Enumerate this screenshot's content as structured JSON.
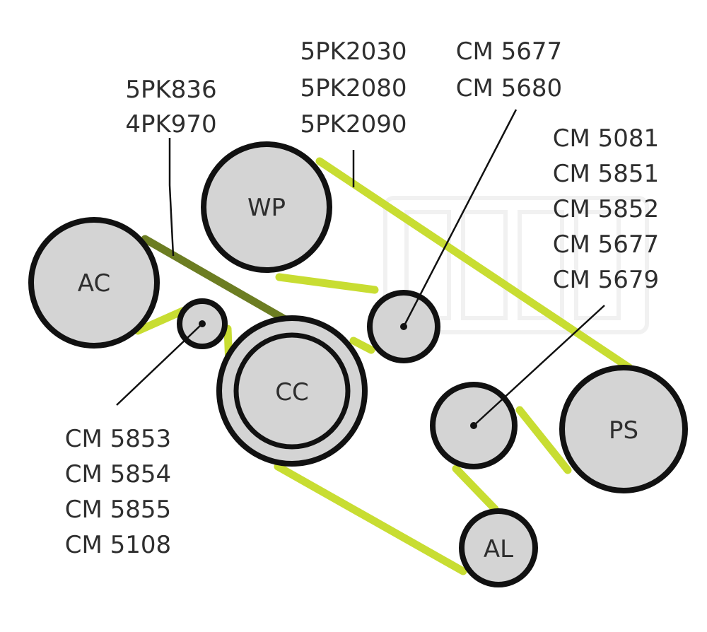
{
  "pulleys": {
    "wp": "WP",
    "ac": "AC",
    "cc": "CC",
    "ps": "PS",
    "al": "AL"
  },
  "callouts": {
    "ac_belts": [
      "5PK836",
      "4PK970"
    ],
    "main_belts": [
      "5PK2030",
      "5PK2080",
      "5PK2090"
    ],
    "idler_top": [
      "CM 5677",
      "CM 5680"
    ],
    "tensioner_right": [
      "CM 5081",
      "CM 5851",
      "CM 5852",
      "CM 5677",
      "CM 5679"
    ],
    "idler_small": [
      "CM 5853",
      "CM 5854",
      "CM 5855",
      "CM 5108"
    ]
  },
  "colors": {
    "belt_main": "#c8dd32",
    "belt_ac": "#6c7d22",
    "pulley_fill": "#d4d4d4",
    "outline": "#111111"
  }
}
